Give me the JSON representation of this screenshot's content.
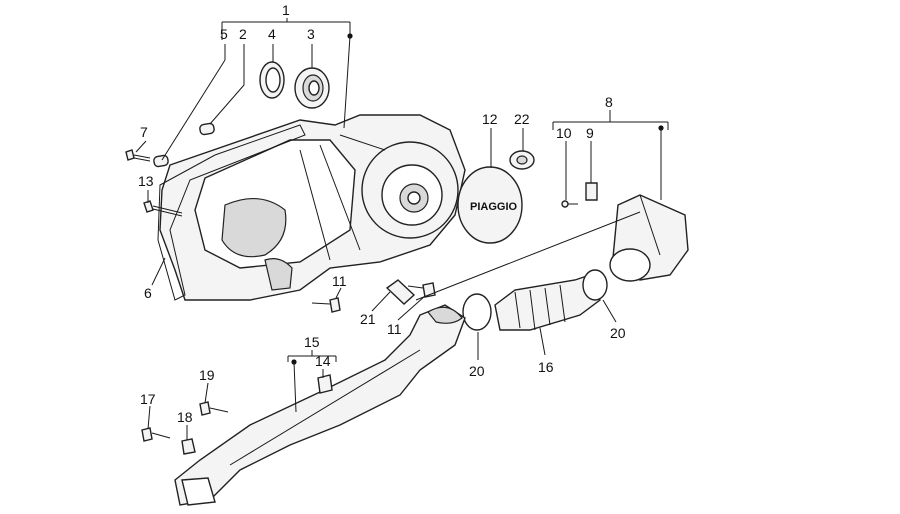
{
  "brand_text": "PIAGGIO",
  "labels": {
    "p1": "1",
    "p2": "2",
    "p3": "3",
    "p4": "4",
    "p5": "5",
    "p6": "6",
    "p7": "7",
    "p8": "8",
    "p9": "9",
    "p10": "10",
    "p11a": "11",
    "p11b": "11",
    "p12": "12",
    "p13": "13",
    "p14": "14",
    "p15": "15",
    "p16": "16",
    "p17": "17",
    "p18": "18",
    "p19": "19",
    "p20a": "20",
    "p20b": "20",
    "p21": "21",
    "p22": "22"
  }
}
